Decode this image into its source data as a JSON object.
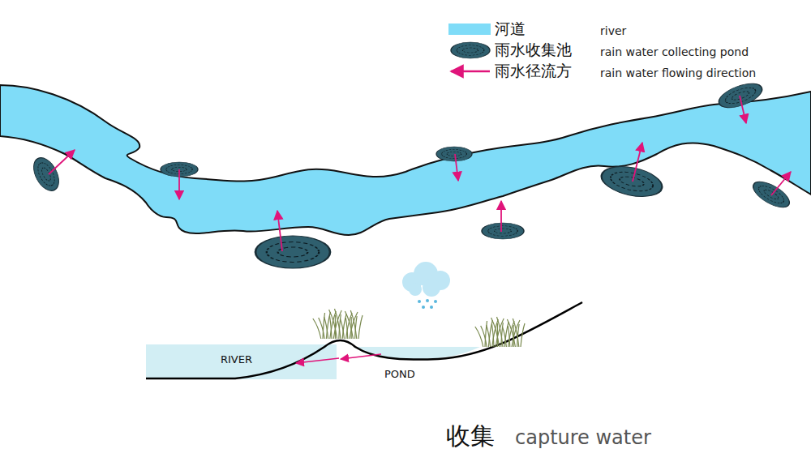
{
  "diagram": {
    "caption": "收集",
    "labels": [
      "river",
      "rain water collecting pond",
      "rain water flowing direction",
      "RIVER",
      "POND",
      "capture water"
    ],
    "legend": [
      {
        "text": "河道",
        "color": "#7fdcf8"
      },
      {
        "text": "雨水收集池"
      },
      {
        "text": "雨水径流方"
      }
    ]
  }
}
